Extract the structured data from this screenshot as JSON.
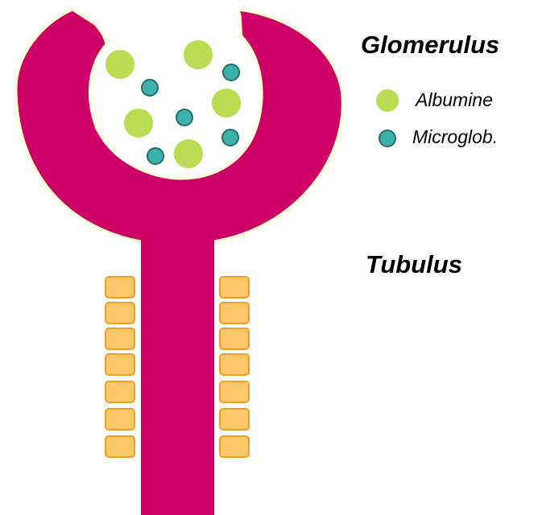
{
  "labels": {
    "glomerulus": "Glomerulus",
    "tubulus": "Tubulus"
  },
  "legend": {
    "albumine": "Albumine",
    "microglob": "Microglob."
  },
  "colors": {
    "structure": "#cc0066",
    "structure_outline": "#ffffcc",
    "albumine_fill": "#b9dc52",
    "albumine_stroke": "#ffffff",
    "microglob_fill": "#3eb1ad",
    "microglob_stroke": "#1f6f6c",
    "cell_fill": "#ffc86a",
    "cell_stroke": "#f0a020",
    "background": "#ffffff"
  }
}
